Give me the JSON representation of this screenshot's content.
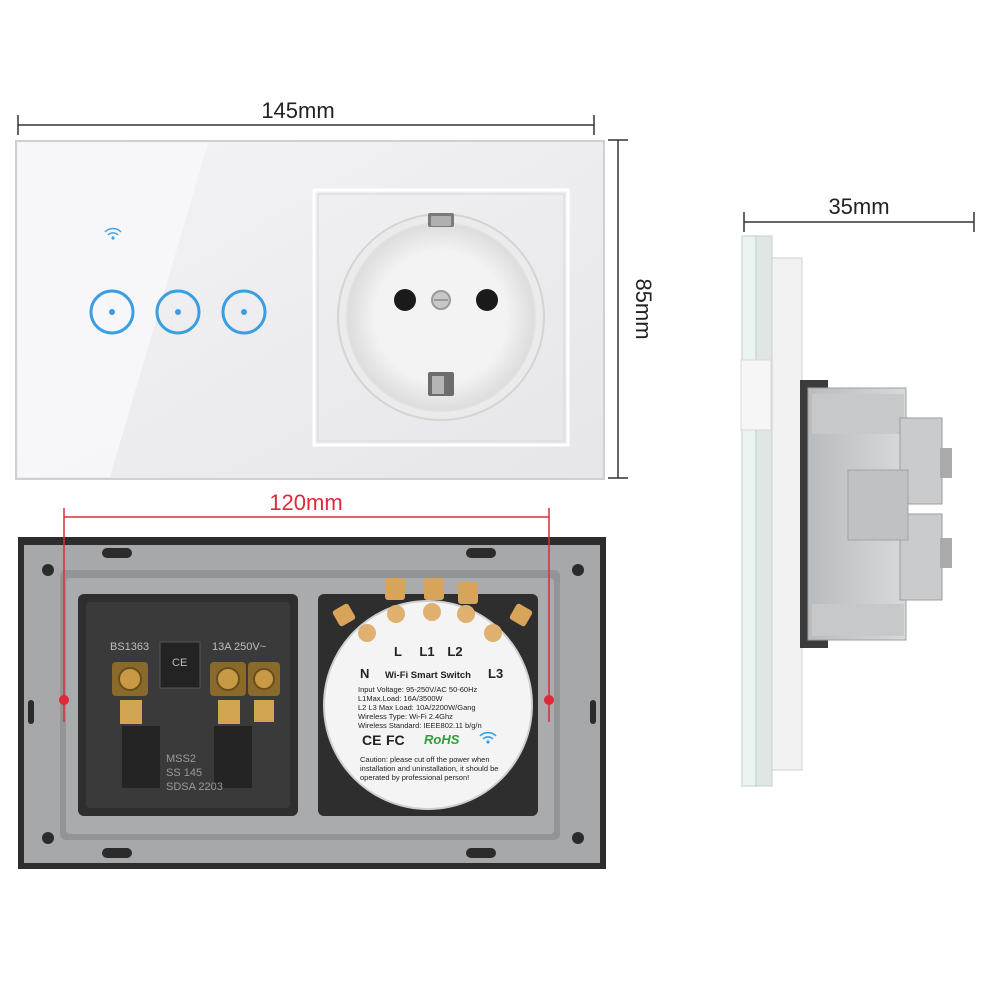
{
  "dimensions": {
    "width": "145mm",
    "height": "85mm",
    "depth": "35mm",
    "mount_spacing": "120mm"
  },
  "socket_back": {
    "markings": {
      "standard": "BS1363",
      "ce": "CE",
      "rating": "13A 250V~",
      "bottom_lines": [
        "MSS2",
        "SS 145",
        "SDSA 2203"
      ]
    }
  },
  "module": {
    "terminals": {
      "l": "L",
      "l1": "L1",
      "l2": "L2",
      "n": "N",
      "l3": "L3"
    },
    "title": "Wi-Fi Smart Switch",
    "specs": [
      "Input Voltage: 95-250V/AC 50-60Hz",
      "L1Max.Load: 16A/3500W",
      "L2 L3 Max Load: 10A/2200W/Gang",
      "Wireless Type: Wi-Fi 2.4Ghz",
      "Wireless Standard: IEEE802.11 b/g/n"
    ],
    "cert": {
      "ce": "CE",
      "fc": "FC",
      "rohs": "RoHS"
    },
    "caution": [
      "Caution: please cut off the power when",
      "installation and uninstallation, it should be",
      "operated by professional person!"
    ]
  }
}
